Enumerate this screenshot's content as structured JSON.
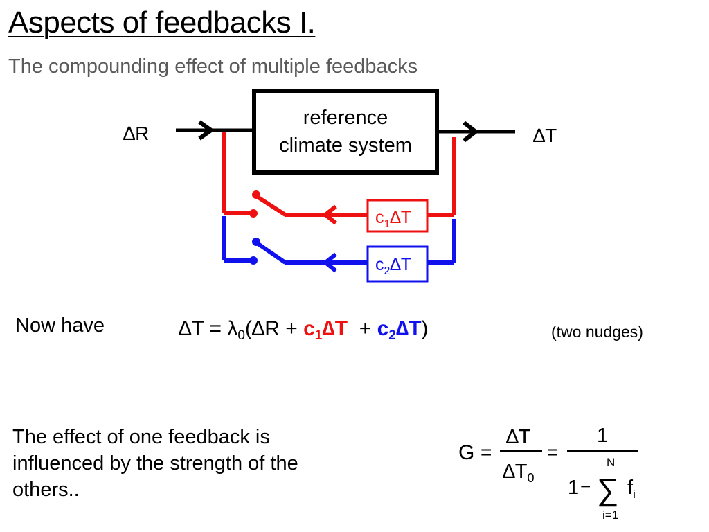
{
  "slide": {
    "title": "Aspects of feedbacks I.",
    "subtitle": "The compounding effect of multiple feedbacks"
  },
  "diagram": {
    "input_label": "∆R",
    "output_label": "∆T",
    "system_box": {
      "line1": "reference",
      "line2": "climate system"
    },
    "feedback_1": {
      "label_c": "c",
      "label_sub": "1",
      "label_rest": "∆T",
      "color": "#ee1111"
    },
    "feedback_2": {
      "label_c": "c",
      "label_sub": "2",
      "label_rest": "∆T",
      "color": "#1111ee"
    }
  },
  "body": {
    "now_have": "Now have",
    "equation": {
      "lhs": "∆T = λ",
      "lambda_sub": "0",
      "open": "(∆R + ",
      "c1": "c",
      "c1_sub": "1",
      "c1_rest": "∆T",
      "plus": "  + ",
      "c2": "c",
      "c2_sub": "2",
      "c2_rest": "∆T",
      "close": ")"
    },
    "nudges": "(two nudges)",
    "effect_text": "The effect of one feedback is influenced by the strength of the others.."
  },
  "gain_formula": {
    "G": "G",
    "eq1": "=",
    "num1": "∆T",
    "den1": "∆T",
    "den1_sub": "0",
    "eq2": "=",
    "num2": "1",
    "one": "1",
    "minus": "−",
    "sum_top": "N",
    "sum_symbol": "∑",
    "sum_bottom": "i=1",
    "f": "f",
    "f_sub": "i"
  }
}
